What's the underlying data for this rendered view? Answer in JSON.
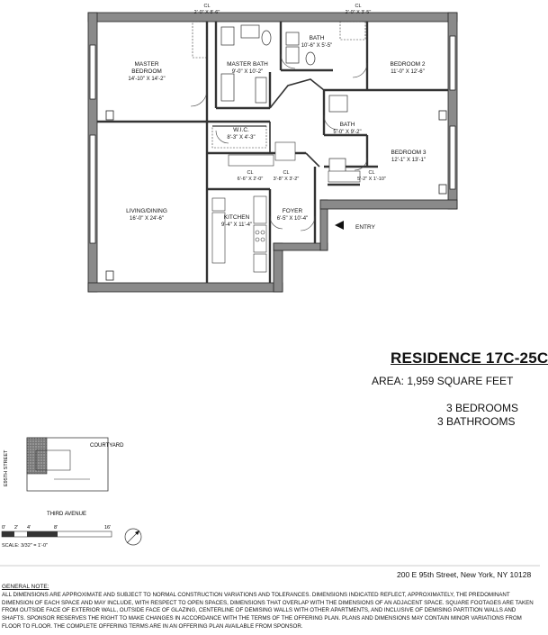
{
  "rooms": {
    "master_bedroom": {
      "name_line1": "MASTER",
      "name_line2": "BEDROOM",
      "dims": "14'-10\" X 14'-2\""
    },
    "master_bath": {
      "name": "MASTER BATH",
      "dims": "9'-0\" X 10'-2\""
    },
    "bath": {
      "name": "BATH",
      "dims": "10'-6\" X 5'-5\""
    },
    "bedroom2": {
      "name": "BEDROOM 2",
      "dims": "11'-0\" X 12'-6\""
    },
    "wic": {
      "name": "W.I.C.",
      "dims": "8'-3\" X 4'-3\""
    },
    "bath3": {
      "name": "BATH",
      "dims": "5'-0\" X 9'-2\""
    },
    "bedroom3": {
      "name": "BEDROOM 3",
      "dims": "12'-1\" X 13'-1\""
    },
    "living": {
      "name": "LIVING/DINING",
      "dims": "16'-0\" X 24'-6\""
    },
    "kitchen": {
      "name": "KITCHEN",
      "dims": "9'-4\" X 11'-4\""
    },
    "foyer": {
      "name": "FOYER",
      "dims": "6'-5\" X 10'-4\""
    }
  },
  "closets": {
    "top_left": {
      "label": "CL",
      "dims": "2'-0\" X 8'-6\""
    },
    "top_right": {
      "label": "CL",
      "dims": "2'-0\" X 3'-5\""
    },
    "hall1": {
      "label": "CL",
      "dims": "6'-6\" X 2'-0\""
    },
    "hall2": {
      "label": "CL",
      "dims": "3'-8\" X 3'-2\""
    },
    "bed3": {
      "label": "CL",
      "dims": "5'-2\" X 1'-10\""
    }
  },
  "entry_label": "ENTRY",
  "residence": {
    "title": "RESIDENCE 17C-25C",
    "area": "AREA: 1,959 SQUARE FEET",
    "bedrooms": "3 BEDROOMS",
    "bathrooms": "3 BATHROOMS"
  },
  "keyplan": {
    "courtyard": "COURTYARD",
    "avenue": "THIRD AVENUE",
    "street": "E95TH STREET"
  },
  "scale": {
    "ticks": [
      "0'",
      "2'",
      "4'",
      "8'",
      "16'"
    ],
    "label": "SCALE: 3/32\" = 1'-0\""
  },
  "address": "200 E 95th Street, New York, NY 10128",
  "general_note": {
    "title": "GENERAL NOTE:",
    "body": "ALL DIMENSIONS ARE APPROXIMATE AND SUBJECT TO NORMAL CONSTRUCTION VARIATIONS AND TOLERANCES. DIMENSIONS INDICATED REFLECT, APPROXIMATELY, THE PREDOMINANT DIMENSION OF EACH SPACE AND MAY INCLUDE, WITH RESPECT TO OPEN SPACES, DIMENSIONS THAT OVERLAP WITH THE DIMENSIONS OF AN ADJACENT SPACE. SQUARE FOOTAGES ARE TAKEN FROM OUTSIDE FACE OF EXTERIOR WALL, OUTSIDE FACE OF GLAZING, CENTERLINE OF DEMISING WALLS WITH OTHER APARTMENTS, AND INCLUSIVE OF DEMISING PARTITION WALLS AND SHAFTS. SPONSOR RESERVES THE RIGHT TO MAKE CHANGES IN ACCORDANCE WITH THE TERMS OF THE OFFERING PLAN. PLANS AND DIMENSIONS MAY CONTAIN MINOR VARIATIONS FROM FLOOR TO FLOOR. THE COMPLETE OFFERING TERMS ARE IN AN OFFERING PLAN AVAILABLE FROM SPONSOR."
  }
}
